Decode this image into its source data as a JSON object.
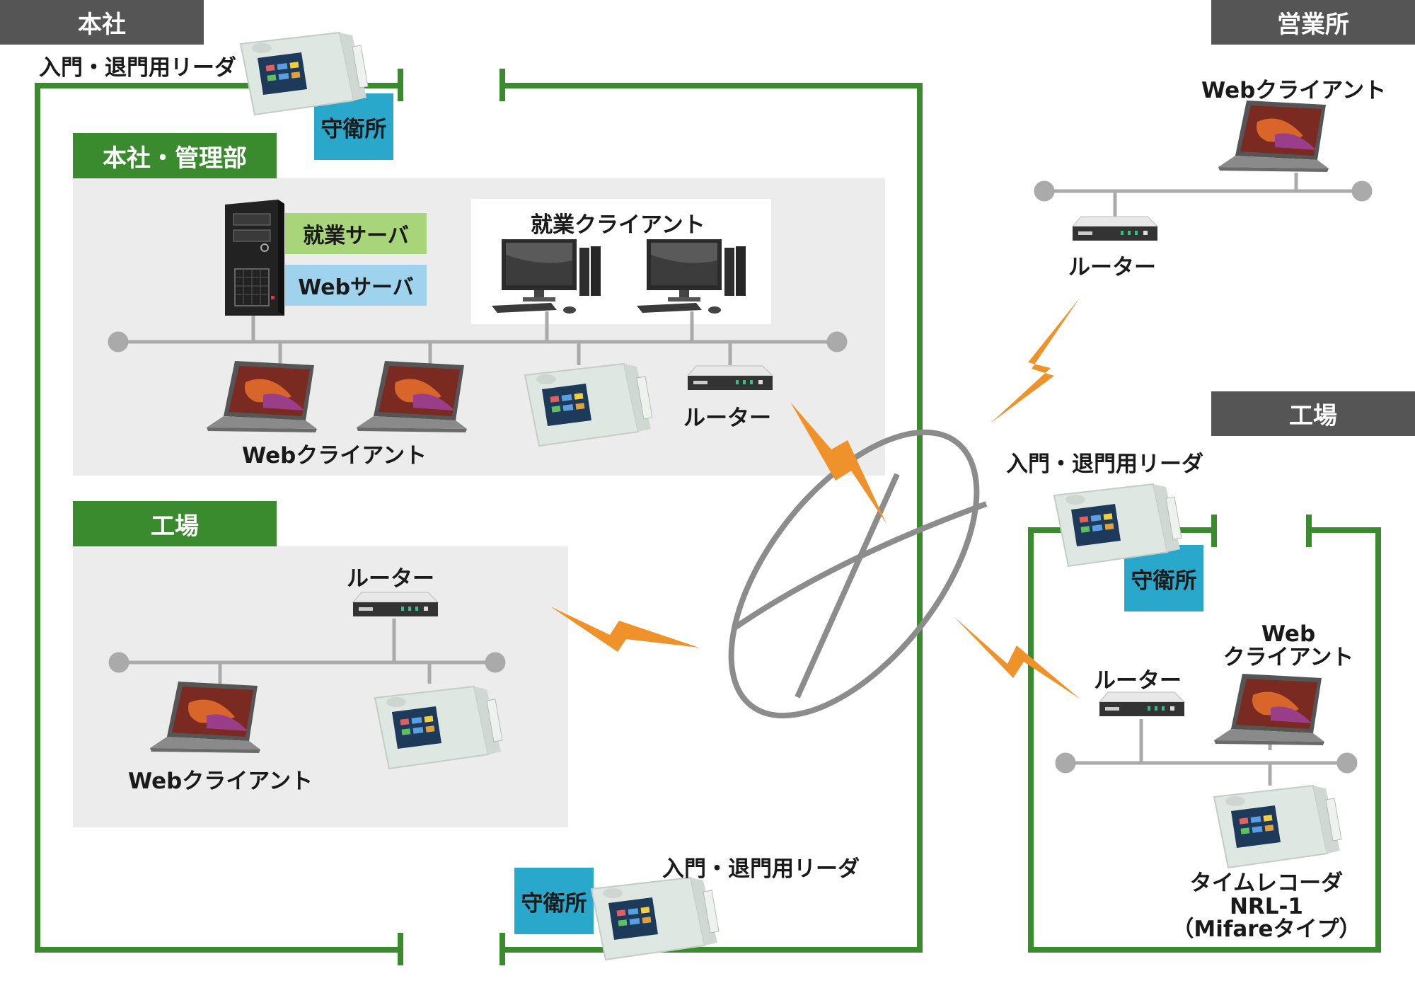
{
  "regions": {
    "honsha": "本社",
    "eigyosho": "営業所",
    "kojo_right": "工場"
  },
  "zones": {
    "kanribu": "本社・管理部",
    "kojo_left": "工場"
  },
  "guardhouse": "守衛所",
  "servers": {
    "shugyo": "就業サーバ",
    "web": "Webサーバ"
  },
  "labels": {
    "shugyo_clients": "就業クライアント",
    "web_client": "Webクライアント",
    "web_client_split": "Web\nクライアント",
    "router": "ルーター",
    "gate_reader": "入門・退門用リーダ",
    "time_recorder": "タイムレコーダ\nNRL-1\n（Mifareタイプ）"
  },
  "colors": {
    "wall_green": "#3a8a2e",
    "region_gray": "#555555",
    "zone_gray": "#ececec",
    "guard_blue": "#2aa8cc",
    "server_green": "#a8d47a",
    "server_blue": "#9fd2ec",
    "lightning": "#f0922a",
    "network_line": "#aaaaaa"
  },
  "icons": [
    "server-tower-icon",
    "desktop-pc-icon",
    "laptop-icon",
    "router-icon",
    "card-reader-icon",
    "lightning-icon",
    "internet-globe-icon"
  ]
}
